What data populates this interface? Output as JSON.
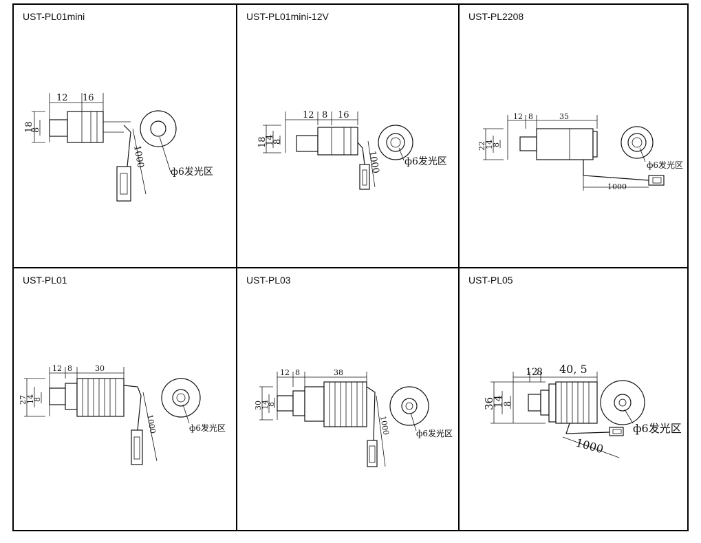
{
  "cells": [
    {
      "title": "UST-PL01mini",
      "dims": {
        "a": "12",
        "b": "16",
        "h1": "18",
        "h2": "8",
        "cable": "1000"
      },
      "label": "ф6发光区"
    },
    {
      "title": "UST-PL01mini-12V",
      "dims": {
        "a": "12",
        "b": "8",
        "c": "16",
        "h1": "18",
        "h2": "14",
        "h3": "8",
        "cable": "1000"
      },
      "label": "ф6发光区"
    },
    {
      "title": "UST-PL2208",
      "dims": {
        "a": "12",
        "b": "8",
        "c": "35",
        "h1": "22",
        "h2": "14",
        "h3": "8",
        "cable": "1000"
      },
      "label": "ф6发光区"
    },
    {
      "title": "UST-PL01",
      "dims": {
        "a": "12",
        "b": "8",
        "c": "30",
        "h1": "27",
        "h2": "14",
        "h3": "8",
        "cable": "1000"
      },
      "label": "ф6发光区"
    },
    {
      "title": "UST-PL03",
      "dims": {
        "a": "12",
        "b": "8",
        "c": "38",
        "h1": "30",
        "h2": "14",
        "h3": "8",
        "cable": "1000"
      },
      "label": "ф6发光区"
    },
    {
      "title": "UST-PL05",
      "dims": {
        "a": "12",
        "b": "8",
        "c": "40, 5",
        "h1": "36",
        "h2": "14",
        "h3": "8",
        "cable": "1000"
      },
      "label": "ф6发光区"
    }
  ]
}
